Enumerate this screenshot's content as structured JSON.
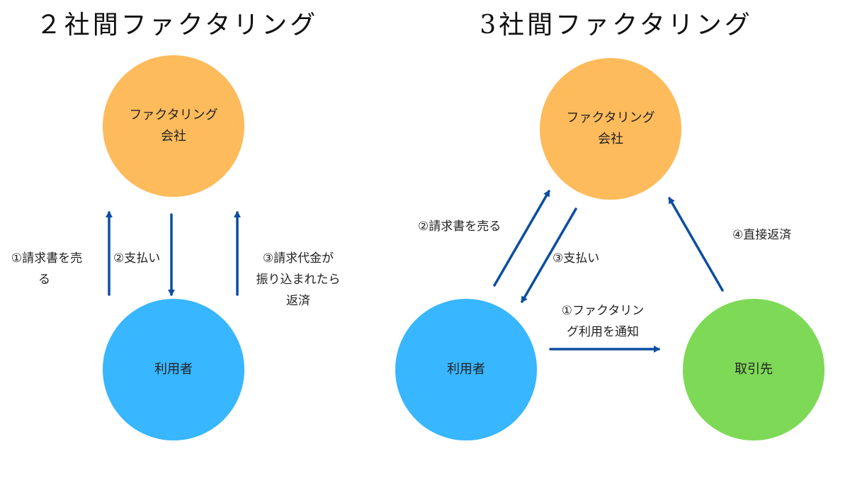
{
  "titles": {
    "left": "２社間ファクタリング",
    "right": "3社間ファクタリング"
  },
  "colors": {
    "factoring_company": "#FDBB5C",
    "user": "#38B6FF",
    "client": "#7ED957",
    "arrow": "#0B4EA2",
    "text": "#222222"
  },
  "left_diagram": {
    "nodes": {
      "factoring_company": {
        "line1": "ファクタリング",
        "line2": "会社"
      },
      "user": {
        "label": "利用者"
      }
    },
    "labels": {
      "step1": {
        "line1": "①請求書を売",
        "line2": "る"
      },
      "step2": {
        "text": "②支払い"
      },
      "step3": {
        "line1": "③請求代金が",
        "line2": "振り込まれたら",
        "line3": "返済"
      }
    }
  },
  "right_diagram": {
    "nodes": {
      "factoring_company": {
        "line1": "ファクタリング",
        "line2": "会社"
      },
      "user": {
        "label": "利用者"
      },
      "client": {
        "label": "取引先"
      }
    },
    "labels": {
      "step1": {
        "line1": "①ファクタリン",
        "line2": "グ利用を通知"
      },
      "step2": {
        "text": "②請求書を売る"
      },
      "step3": {
        "text": "③支払い"
      },
      "step4": {
        "text": "④直接返済"
      }
    }
  }
}
